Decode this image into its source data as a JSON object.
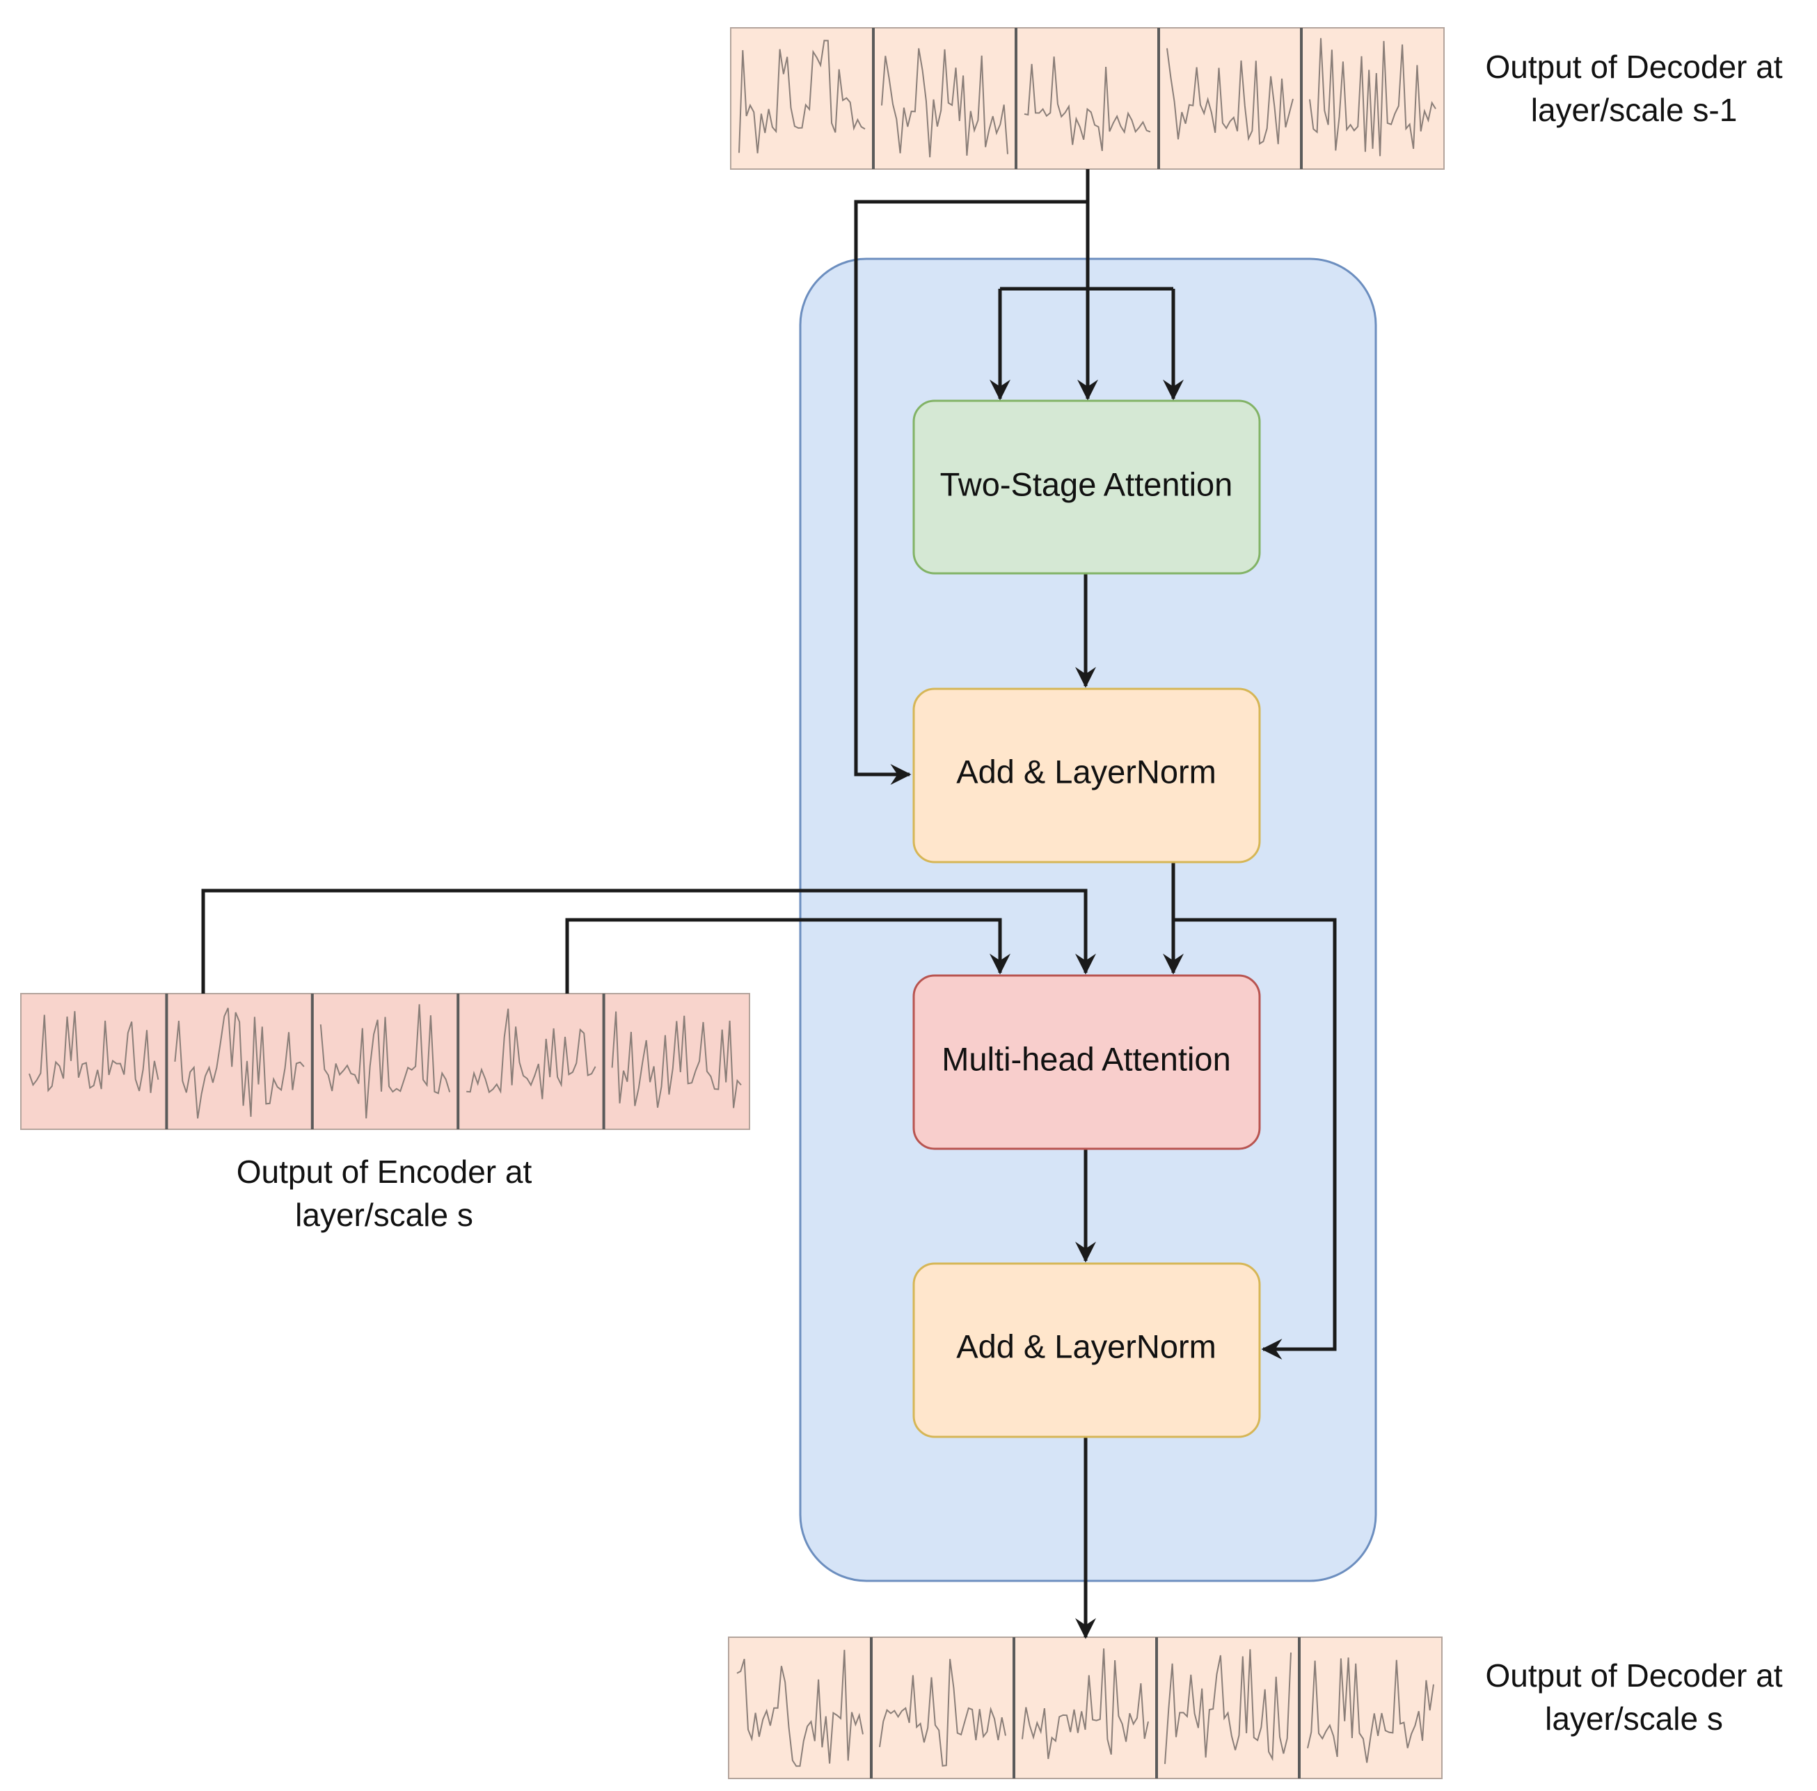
{
  "colors": {
    "container_fill": "#d6e4f7",
    "container_stroke": "#6c8ebf",
    "tsa_fill": "#d5e8d4",
    "tsa_stroke": "#82b366",
    "norm_fill": "#ffe6cc",
    "norm_stroke": "#d6b656",
    "mha_fill": "#f8cecc",
    "mha_stroke": "#b85450",
    "strip_warm": "#fde6d8",
    "strip_pink": "#f8d4cc",
    "edge": "#1a1a1a"
  },
  "blocks": {
    "two_stage_attention": "Two-Stage Attention",
    "add_norm_1": "Add & LayerNorm",
    "multi_head_attention": "Multi-head Attention",
    "add_norm_2": "Add & LayerNorm"
  },
  "labels": {
    "decoder_prev": {
      "line1": "Output of Decoder at",
      "line2": "layer/scale s-1"
    },
    "encoder": {
      "line1": "Output of Encoder at",
      "line2": "layer/scale s"
    },
    "decoder_out": {
      "line1": "Output of Decoder at",
      "line2": "layer/scale s"
    }
  },
  "strips": {
    "decoder_prev": {
      "segments": 5
    },
    "encoder": {
      "segments": 5
    },
    "decoder_out": {
      "segments": 5
    }
  }
}
